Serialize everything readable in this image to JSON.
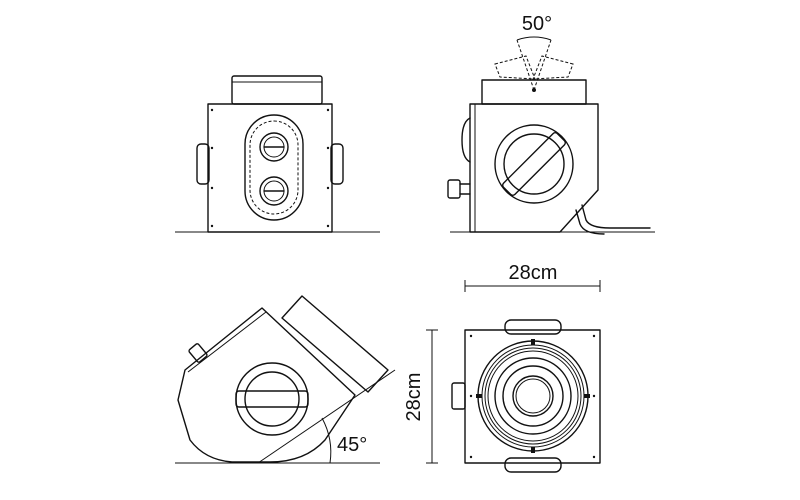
{
  "figure": {
    "labels": {
      "tilt_angle": "50°",
      "width": "28cm",
      "height": "28cm",
      "base_angle": "45°"
    },
    "colors": {
      "stroke": "#111111",
      "background": "#ffffff",
      "shade": "#d9d9d9"
    },
    "views": [
      "front-view",
      "side-view",
      "tilted-view",
      "top-view"
    ]
  }
}
